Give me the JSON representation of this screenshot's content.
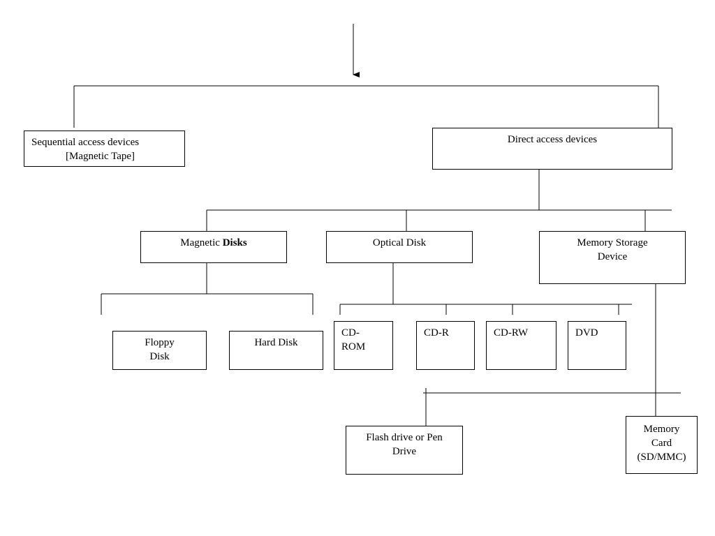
{
  "nodes": {
    "sequential": {
      "line1": "Sequential access devices",
      "line2": "[Magnetic Tape]"
    },
    "direct": {
      "line1": "Direct access devices"
    },
    "magnetic": {
      "part1": "Magnetic ",
      "part2": "Disks"
    },
    "optical": {
      "line1": "Optical Disk"
    },
    "memory_storage": {
      "line1": "Memory Storage",
      "line2": "Device"
    },
    "floppy": {
      "line1": "Floppy",
      "line2": "Disk"
    },
    "hard_disk": {
      "line1": "Hard Disk"
    },
    "cd_rom": {
      "line1": "CD-",
      "line2": "ROM"
    },
    "cd_r": {
      "line1": "CD-R"
    },
    "cd_rw": {
      "line1": "CD-RW"
    },
    "dvd": {
      "line1": "DVD"
    },
    "flash": {
      "line1": "Flash drive or Pen",
      "line2": "Drive"
    },
    "memory_card": {
      "line1": "Memory",
      "line2": "Card",
      "line3": "(SD/MMC)"
    }
  }
}
